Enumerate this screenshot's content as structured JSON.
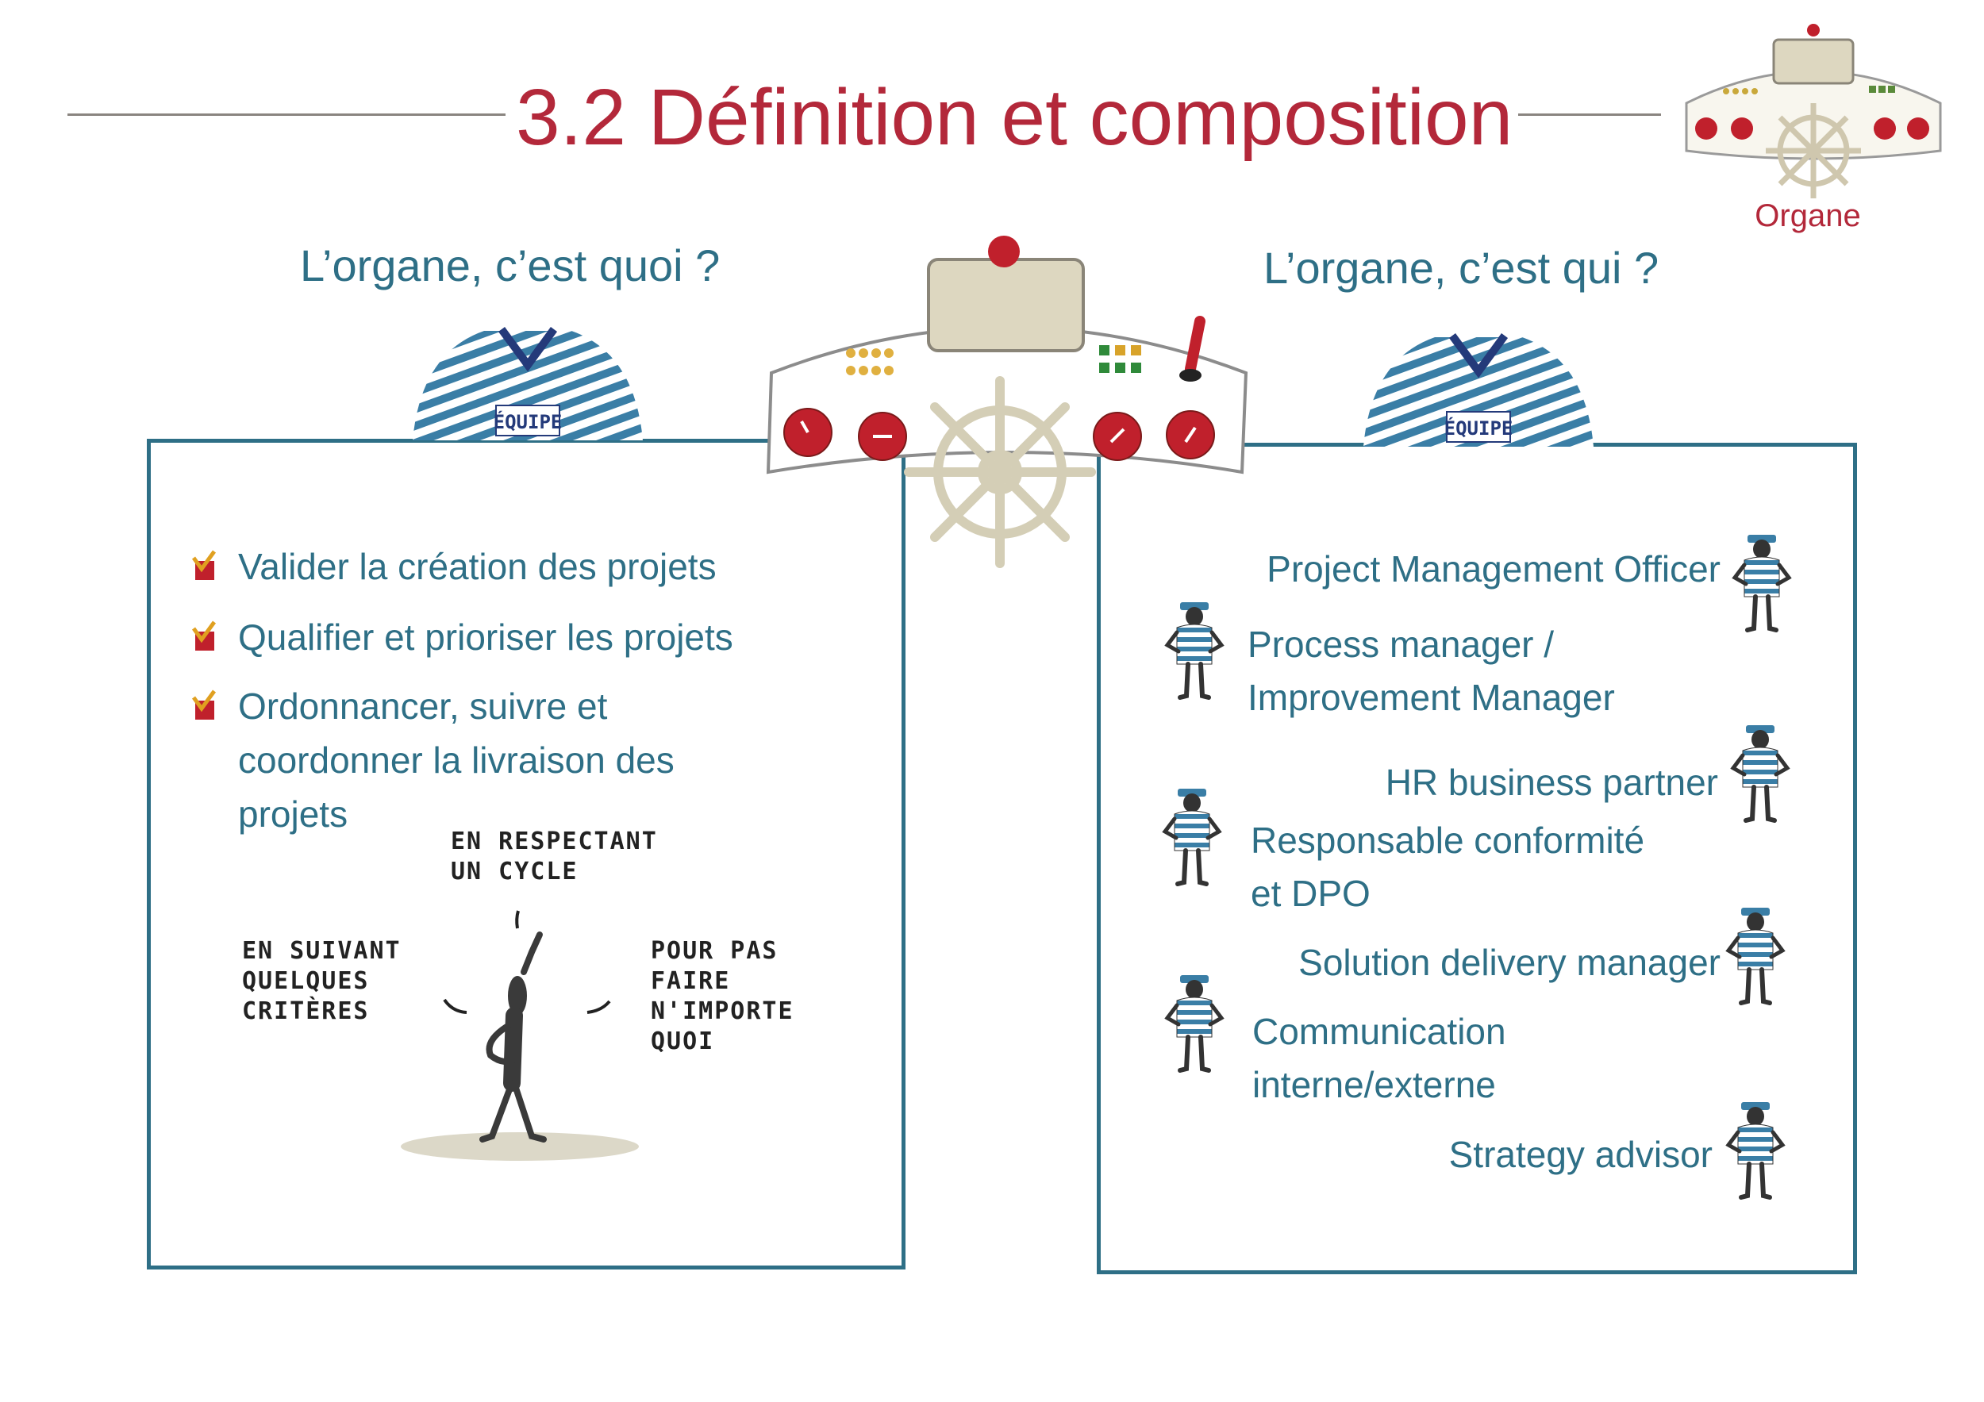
{
  "header": {
    "title": "3.2 Définition et composition",
    "badge_label": "Organe"
  },
  "left_panel": {
    "heading": "L’organe, c’est quoi ?",
    "shirt_label": "ÉQUIPE",
    "tasks": [
      {
        "lines": [
          "Valider la création des projets"
        ]
      },
      {
        "lines": [
          "Qualifier et prioriser les projets"
        ]
      },
      {
        "lines": [
          "Ordonnancer, suivre et",
          "coordonner la livraison des",
          "projets"
        ]
      }
    ],
    "annotations": {
      "top": [
        "EN RESPECTANT",
        "UN CYCLE"
      ],
      "left": [
        "EN SUIVANT",
        "QUELQUES",
        "CRITÈRES"
      ],
      "right": [
        "POUR PAS",
        "FAIRE",
        "N'IMPORTE",
        "QUOI"
      ]
    }
  },
  "right_panel": {
    "heading": "L’organe, c’est qui ?",
    "shirt_label": "ÉQUIPE",
    "roles": [
      {
        "lines": [
          "Project Management Officer"
        ],
        "align": "right"
      },
      {
        "lines": [
          "Process manager /",
          "Improvement Manager"
        ],
        "align": "left"
      },
      {
        "lines": [
          "HR business partner"
        ],
        "align": "right"
      },
      {
        "lines": [
          "Responsable conformité",
          "et DPO"
        ],
        "align": "left"
      },
      {
        "lines": [
          "Solution delivery manager"
        ],
        "align": "right"
      },
      {
        "lines": [
          "Communication",
          "interne/externe"
        ],
        "align": "left"
      },
      {
        "lines": [
          "Strategy advisor"
        ],
        "align": "right"
      }
    ]
  },
  "colors": {
    "title_red": "#b3283a",
    "text_blue": "#2e6f86",
    "panel_border": "#2e6f86",
    "stripe_blue": "#3a7ea6",
    "console_beige": "#e7e2cf",
    "dial_red": "#c0202c"
  },
  "icons": [
    "ship-console-icon",
    "ship-wheel-icon",
    "striped-shirt-icon",
    "sailor-icon",
    "stick-figure-icon",
    "checkmark-icon"
  ]
}
